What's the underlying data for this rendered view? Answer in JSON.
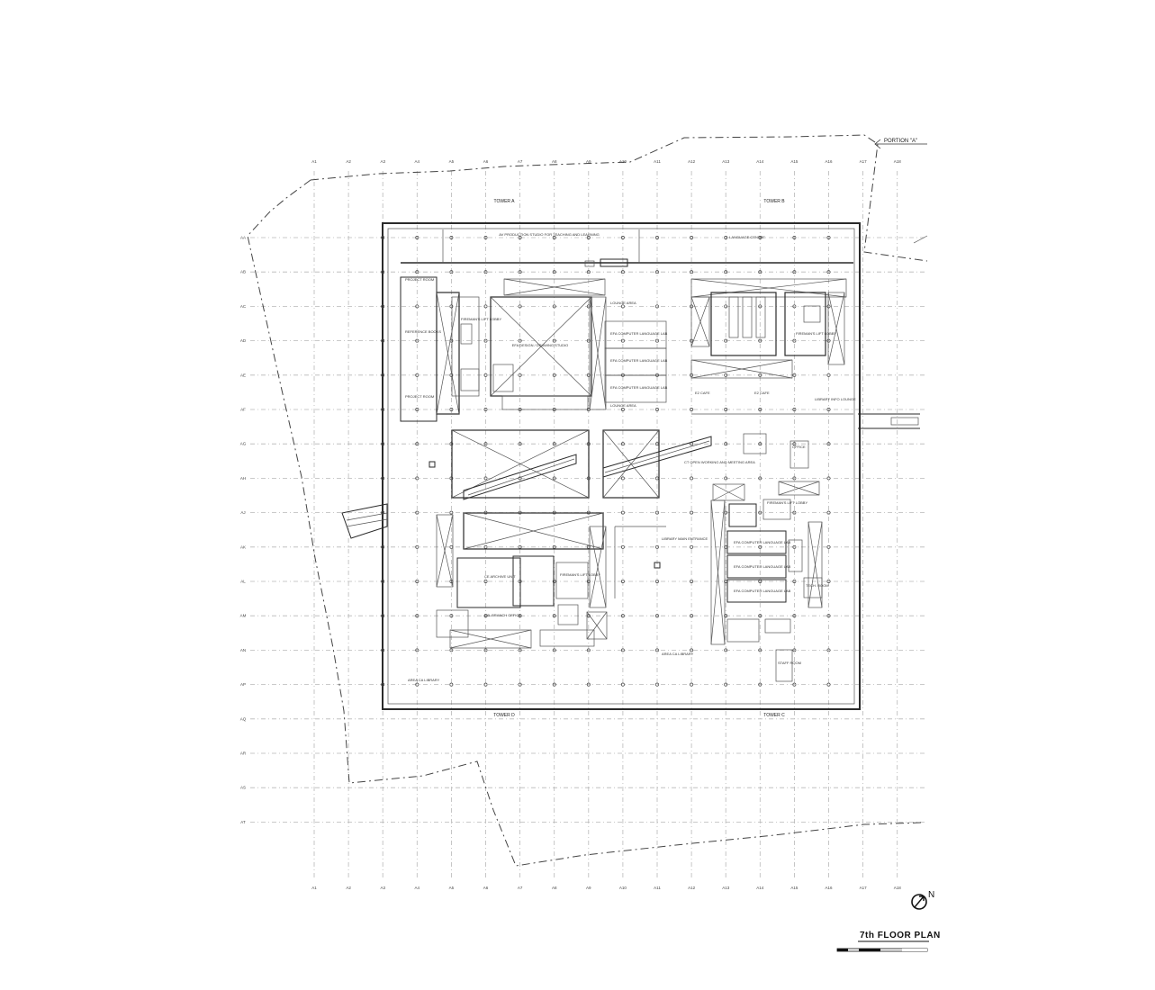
{
  "title": "7th FLOOR PLAN",
  "north_label": "N",
  "portion_label": "PORTION \"A\"",
  "grid_columns": [
    "A1",
    "A2",
    "A3",
    "A4",
    "A5",
    "A6",
    "A7",
    "A8",
    "A9",
    "A10",
    "A11",
    "A12",
    "A13",
    "A14",
    "A15",
    "A16",
    "A17",
    "A18"
  ],
  "grid_rows": [
    "AA",
    "AB",
    "AC",
    "AD",
    "AE",
    "AF",
    "AG",
    "AH",
    "AJ",
    "AK",
    "AL",
    "AM",
    "AN",
    "AP",
    "AQ",
    "AR",
    "AS",
    "AT"
  ],
  "towers": {
    "a": "TOWER A",
    "b": "TOWER B",
    "c": "TOWER C",
    "d": "TOWER D"
  },
  "rooms": {
    "av_studio": "AV PRODUCTION STUDIO FOR TEACHING AND LEARNING",
    "language_centre": "LANGUAGE CENTRE",
    "project_room_1": "PROJECT ROOM",
    "project_room_2": "PROJECT ROOM",
    "reference_books": "REFERENCE BOOKS",
    "lift_lobby_a": "FIREMAN'S LIFT LOBBY",
    "design_studio": "EFA DESIGN / DRAWING STUDIO",
    "lounge_top": "LOUNGE AREA",
    "lounge_bottom": "LOUNGE AREA",
    "lab_a1": "EFA COMPUTER LANGUAGE LAB",
    "lab_a2": "EFA COMPUTER LANGUAGE LAB",
    "lab_a3": "EFA COMPUTER LANGUAGE LAB",
    "cafe_1": "E2 CAFE",
    "cafe_2": "E2 CAFE",
    "library_info": "LIBRARY INFO LOUNGE",
    "open_working": "CT OPEN WORKING AND MEETING AREA",
    "library_entrance": "LIBRARY MAIN ENTRANCE",
    "archive": "CE ARCHIVE UNIT",
    "lib_branch": "LIB. BRANCH OFFICE",
    "lift_lobby_d": "FIREMAN'S LIFT LOBBY",
    "lift_lobby_c": "FIREMAN'S LIFT LOBBY",
    "lab_c1": "EFA COMPUTER LANGUAGE LAB",
    "lab_c2": "EFA COMPUTER LANGUAGE LAB",
    "lab_c3": "EFA COMPUTER LANGUAGE LAB",
    "tech_room": "TECH. ROOM",
    "staff_room": "STAFF ROOM",
    "library_d": "AREA CA LIBRARY",
    "library_mid": "AREA CA LIBRARY",
    "lift_lobby_b": "FIREMAN'S LIFT LOBBY",
    "office": "OFFICE"
  }
}
